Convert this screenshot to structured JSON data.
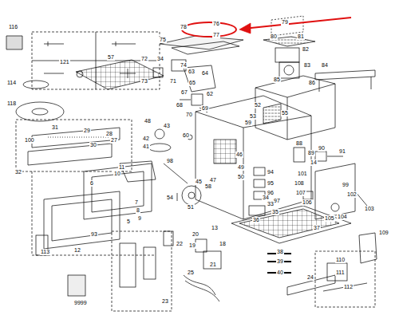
{
  "diagram": {
    "labels": [
      "116",
      "78",
      "76",
      "77",
      "79",
      "80",
      "81",
      "75",
      "74",
      "82",
      "83",
      "84",
      "85",
      "86",
      "57",
      "72",
      "34",
      "121",
      "73",
      "71",
      "63",
      "64",
      "65",
      "67",
      "62",
      "69",
      "70",
      "68",
      "114",
      "118",
      "52",
      "53",
      "55",
      "59",
      "48",
      "43",
      "42",
      "41",
      "60",
      "31",
      "29",
      "28",
      "30",
      "27",
      "100",
      "32",
      "46",
      "49",
      "50",
      "98",
      "94",
      "95",
      "96",
      "97",
      "101",
      "88",
      "89",
      "90",
      "91",
      "14",
      "108",
      "107",
      "106",
      "99",
      "102",
      "103",
      "104",
      "105",
      "11",
      "10",
      "6",
      "7",
      "8",
      "9",
      "5",
      "93",
      "113",
      "12",
      "54",
      "51",
      "58",
      "45",
      "47",
      "36",
      "33",
      "34",
      "35",
      "37",
      "38",
      "39",
      "40",
      "24",
      "109",
      "110",
      "111",
      "112",
      "20",
      "19",
      "13",
      "22",
      "21",
      "18",
      "25",
      "23",
      "9999"
    ]
  }
}
